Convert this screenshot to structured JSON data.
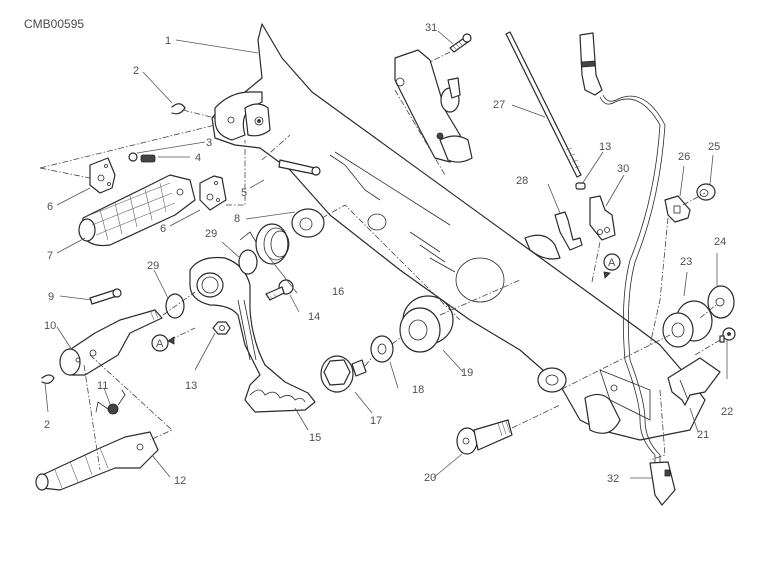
{
  "diagram": {
    "reference_code": "CMB00595",
    "detail_marker": "A",
    "callouts": [
      {
        "id": "1",
        "part": "frame-plate"
      },
      {
        "id": "2",
        "part": "circlip"
      },
      {
        "id": "3",
        "part": "ball"
      },
      {
        "id": "4",
        "part": "spring"
      },
      {
        "id": "5",
        "part": "pin"
      },
      {
        "id": "6",
        "part": "plate"
      },
      {
        "id": "7",
        "part": "rider-footpeg"
      },
      {
        "id": "8",
        "part": "washer"
      },
      {
        "id": "9",
        "part": "pin"
      },
      {
        "id": "10",
        "part": "pivot-shaft"
      },
      {
        "id": "11",
        "part": "spring"
      },
      {
        "id": "12",
        "part": "passenger-footpeg"
      },
      {
        "id": "13",
        "part": "nut"
      },
      {
        "id": "14",
        "part": "screw"
      },
      {
        "id": "15",
        "part": "brake-pedal"
      },
      {
        "id": "16",
        "part": "return-spring"
      },
      {
        "id": "17",
        "part": "bolt"
      },
      {
        "id": "18",
        "part": "washer"
      },
      {
        "id": "19",
        "part": "bushing"
      },
      {
        "id": "20",
        "part": "screw"
      },
      {
        "id": "21",
        "part": "bracket"
      },
      {
        "id": "22",
        "part": "screw"
      },
      {
        "id": "23",
        "part": "spacer"
      },
      {
        "id": "24",
        "part": "washer"
      },
      {
        "id": "25",
        "part": "nut"
      },
      {
        "id": "26",
        "part": "washer"
      },
      {
        "id": "27",
        "part": "push-rod"
      },
      {
        "id": "28",
        "part": "clip"
      },
      {
        "id": "29",
        "part": "o-ring"
      },
      {
        "id": "30",
        "part": "clevis"
      },
      {
        "id": "31",
        "part": "screw"
      },
      {
        "id": "32",
        "part": "stop-light-switch"
      }
    ],
    "labels": {
      "l1": "1",
      "l2a": "2",
      "l2b": "2",
      "l3": "3",
      "l4": "4",
      "l5": "5",
      "l6a": "6",
      "l6b": "6",
      "l7": "7",
      "l8": "8",
      "l9": "9",
      "l10": "10",
      "l11": "11",
      "l12": "12",
      "l13a": "13",
      "l13b": "13",
      "l14": "14",
      "l15": "15",
      "l16": "16",
      "l17": "17",
      "l18": "18",
      "l19": "19",
      "l20": "20",
      "l21": "21",
      "l22": "22",
      "l23": "23",
      "l24": "24",
      "l25": "25",
      "l26": "26",
      "l27": "27",
      "l28": "28",
      "l29a": "29",
      "l29b": "29",
      "l30": "30",
      "l31": "31",
      "l32": "32",
      "markerA1": "A",
      "markerA2": "A"
    }
  }
}
